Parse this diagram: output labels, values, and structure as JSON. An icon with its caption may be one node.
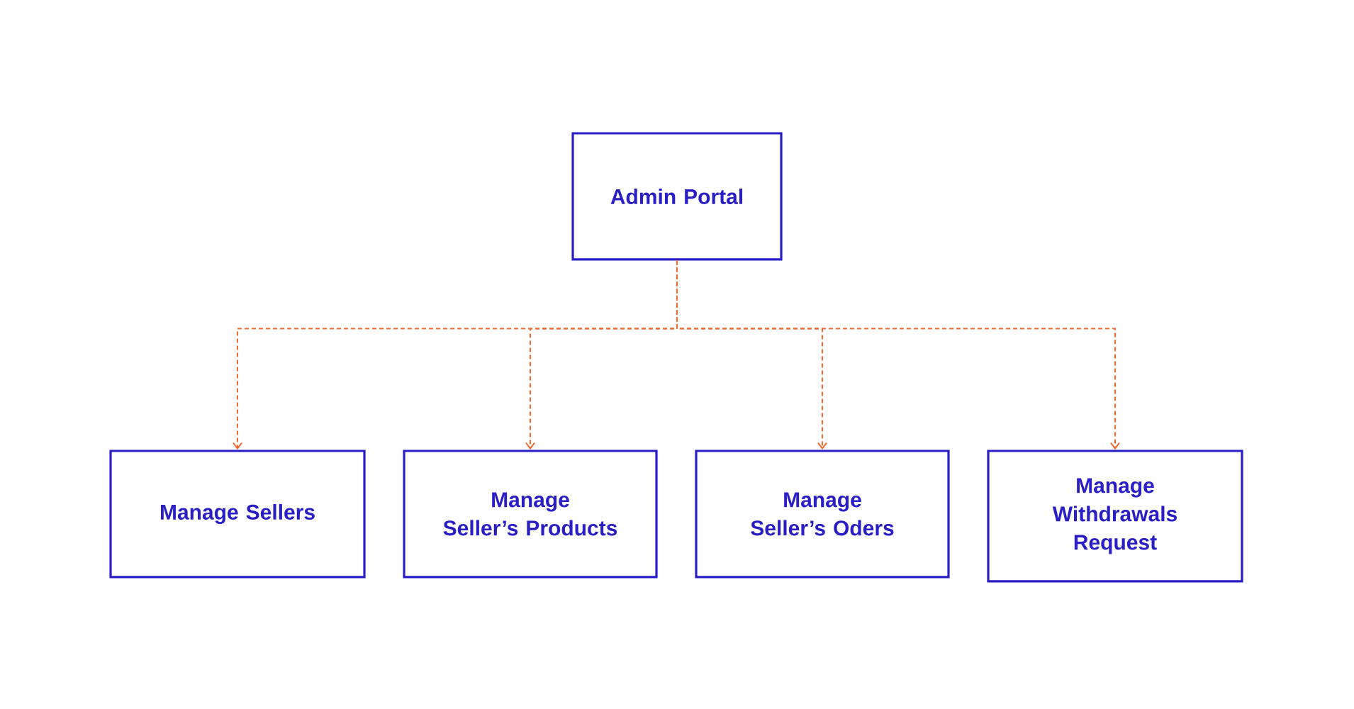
{
  "diagram": {
    "nodes": [
      {
        "text": [
          "Admin Portal"
        ]
      },
      {
        "text": [
          "Manage Sellers"
        ]
      },
      {
        "text": [
          "Manage Seller’s Products"
        ]
      },
      {
        "text": [
          "Manage Seller’s Oders"
        ]
      },
      {
        "text": [
          "Manage Withdrawals Request"
        ]
      }
    ],
    "edges": [
      {
        "from": 0,
        "to": 1,
        "arrow": "to",
        "style": "dashed"
      },
      {
        "from": 0,
        "to": 2,
        "arrow": "to",
        "style": "dashed"
      },
      {
        "from": 0,
        "to": 3,
        "arrow": "to",
        "style": "dashed"
      },
      {
        "from": 0,
        "to": 4,
        "arrow": "to",
        "style": "dashed"
      }
    ]
  }
}
